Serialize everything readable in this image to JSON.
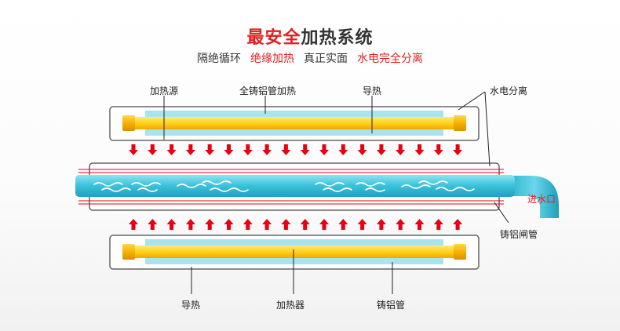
{
  "header": {
    "title_highlight": "最安全",
    "title_rest": "加热系统",
    "sub_1": "隔绝循环",
    "sub_2": "绝缘加热",
    "sub_3": "真正实面",
    "sub_4": "水电完全分离"
  },
  "labels": {
    "heat_source": "加热源",
    "cast_aluminum_heating_tube": "全铸铝管加热",
    "heat_conduction_top": "导热",
    "water_electric_separation": "水电分离",
    "water_inlet": "进水口",
    "cast_aluminum_gate_tube": "铸铝闸管",
    "heat_conduction_bottom": "导热",
    "heater": "加热器",
    "cast_aluminum_tube": "铸铝管"
  },
  "colors": {
    "title_red": "#e02020",
    "arrow_red": "#e60012",
    "heating_yellow": "#ffd21a",
    "water_cyan": "#3fc4dc",
    "sleeve_cyan": "#a8e4f0"
  }
}
